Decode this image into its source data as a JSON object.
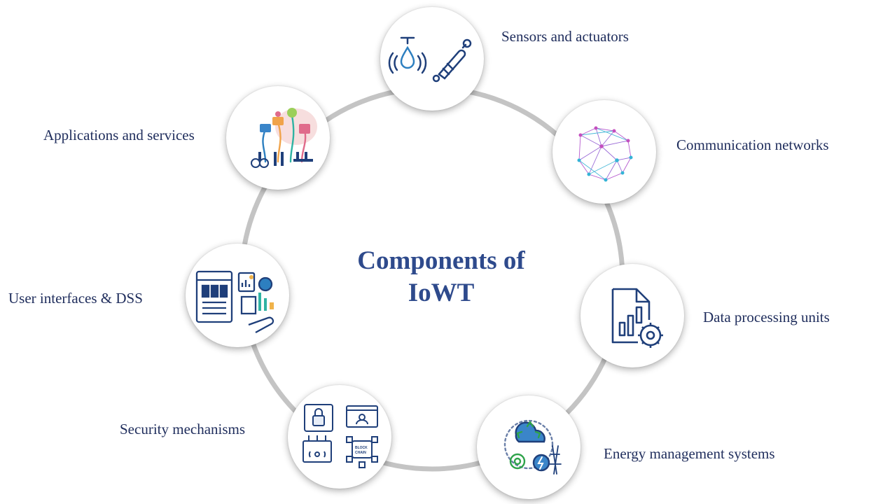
{
  "title": {
    "line1": "Components of",
    "line2": "IoWT"
  },
  "components": [
    {
      "label": "Sensors and actuators",
      "icon": "sensor-actuator-icon"
    },
    {
      "label": "Communication networks",
      "icon": "network-globe-icon"
    },
    {
      "label": "Data processing units",
      "icon": "data-processing-icon"
    },
    {
      "label": "Energy management systems",
      "icon": "energy-management-icon"
    },
    {
      "label": "Security mechanisms",
      "icon": "security-blockchain-icon"
    },
    {
      "label": "User interfaces & DSS",
      "icon": "dashboard-icon"
    },
    {
      "label": "Applications and services",
      "icon": "applications-icon"
    }
  ],
  "colors": {
    "ring": "#c4c4c4",
    "title": "#2e4a8c",
    "label": "#1f2d5c",
    "icon_navy": "#1f3f7a",
    "icon_blue": "#2d7fc0"
  }
}
